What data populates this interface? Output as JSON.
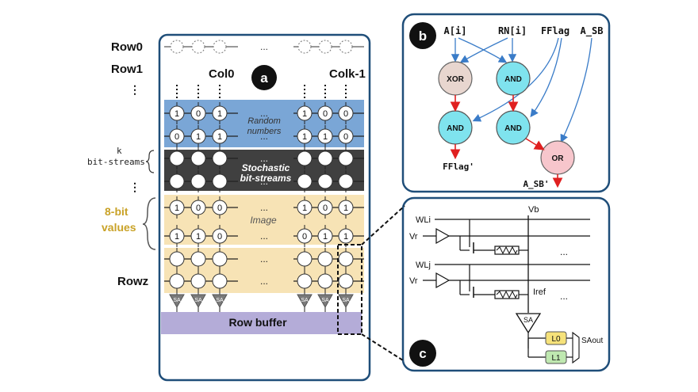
{
  "left": {
    "row0": "Row0",
    "row1": "Row1",
    "rowz": "Rowz",
    "col0": "Col0",
    "colk1": "Colk-1",
    "k_label": "k",
    "bitstreams_label": "bit-streams",
    "eight_bit_1": "8-bit",
    "eight_bit_2": "values",
    "band_random_1": "Random",
    "band_random_2": "numbers",
    "band_stoch_1": "Stochastic",
    "band_stoch_2": "bit-streams",
    "band_image": "Image",
    "row_buffer": "Row buffer",
    "sa": "SA",
    "ellipsis": "...",
    "rand_row1": [
      "1",
      "0",
      "1",
      "1",
      "0",
      "0"
    ],
    "rand_row2": [
      "0",
      "1",
      "1",
      "1",
      "1",
      "0"
    ],
    "img_row1": [
      "1",
      "0",
      "0",
      "1",
      "0",
      "1"
    ],
    "img_row2": [
      "1",
      "1",
      "0",
      "0",
      "1",
      "1"
    ]
  },
  "panel_b": {
    "inputs": [
      "A[i]",
      "RN[i]",
      "FFlag",
      "A_SB"
    ],
    "gates": [
      "XOR",
      "AND",
      "AND",
      "AND",
      "OR"
    ],
    "out_fflag": "FFlag'",
    "out_asb": "A_SB'"
  },
  "panel_c": {
    "wli": "WLi",
    "wlj": "WLj",
    "vr1": "Vr",
    "vr2": "Vr",
    "vb": "Vb",
    "iref": "Iref",
    "sa": "SA",
    "l0": "L0",
    "l1": "L1",
    "saout": "SAout",
    "dots": "..."
  },
  "badges": [
    "a",
    "b",
    "c"
  ],
  "colors": {
    "panel_border": "#1f4e79",
    "blue_band": "#7aa6d6",
    "dark_band": "#404040",
    "yellow_band": "#f7e3b5",
    "row_buffer": "#b4acd8",
    "gate_cyan": "#7fe3ee",
    "gate_xor": "#e8d6cf",
    "gate_or": "#f7c6cc",
    "arrow_red": "#e02020",
    "arrow_blue": "#3a7cc8",
    "gold": "#c9a227",
    "l0": "#f6e27a",
    "l1": "#bfe8b0"
  }
}
